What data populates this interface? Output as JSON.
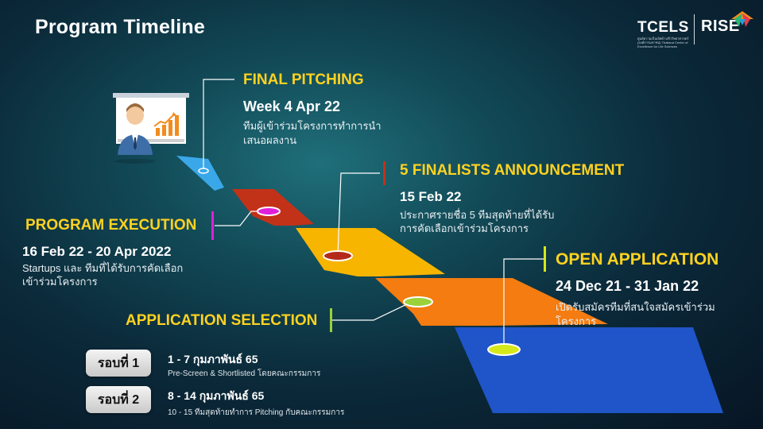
{
  "header": {
    "title": "Program Timeline",
    "logo_tcels": "TCELS",
    "logo_tcels_sub": "ศูนย์ความเป็นเลิศด้านชีววิทยาศาสตร์ (องค์การมหาชน) Thailand Center of Excellence for Life Sciences",
    "logo_rise": "RISE"
  },
  "milestones": {
    "final_pitching": {
      "title": "FINAL PITCHING",
      "date": "Week 4 Apr 22",
      "desc_line1": "ทีมผู้เข้าร่วมโครงการทำการนำ",
      "desc_line2": "เสนอผลงาน"
    },
    "finalists": {
      "title": "5 FINALISTS ANNOUNCEMENT",
      "date": "15 Feb 22",
      "desc_line1": "ประกาศรายชื่อ   5   ทีมสุดท้ายที่ได้รับ",
      "desc_line2": "การคัดเลือกเข้าร่วมโครงการ"
    },
    "program_execution": {
      "title": "PROGRAM EXECUTION",
      "date": "16 Feb 22 - 20 Apr 2022",
      "desc_line1": "Startups  และ  ทีมที่ได้รับการคัดเลือก",
      "desc_line2": "เข้าร่วมโครงการ"
    },
    "open_application": {
      "title": "OPEN APPLICATION",
      "date": "24 Dec 21 - 31 Jan 22",
      "desc_line1": "เปิดรับสมัครทีมที่สนใจสมัครเข้าร่วม",
      "desc_line2": "โครงการ"
    },
    "application_selection": {
      "title": "APPLICATION SELECTION"
    }
  },
  "rounds": [
    {
      "label": "รอบที่ 1",
      "date": "1 - 7 กุมภาพันธ์ 65",
      "desc": "Pre-Screen & Shortlisted โดยคณะกรรมการ"
    },
    {
      "label": "รอบที่ 2",
      "date": "8 - 14 กุมภาพันธ์ 65",
      "desc": "10 - 15 ทีมสุดท้ายทำการ Pitching กับคณะกรรมการ"
    }
  ],
  "colors": {
    "accent_yellow": "#ffd21f",
    "stage_blue": "#1f55c8",
    "stage_orange": "#f47c10",
    "stage_yellow": "#f7b500",
    "stage_red": "#c23218",
    "stage_lightblue": "#3aa8e8",
    "marker_magenta": "#e020d8",
    "marker_green": "#9ad23a",
    "marker_red": "#b42a1a"
  },
  "icons": {
    "presenter": "presenter-chart-icon",
    "brand_mark": "rise-wing-icon"
  }
}
